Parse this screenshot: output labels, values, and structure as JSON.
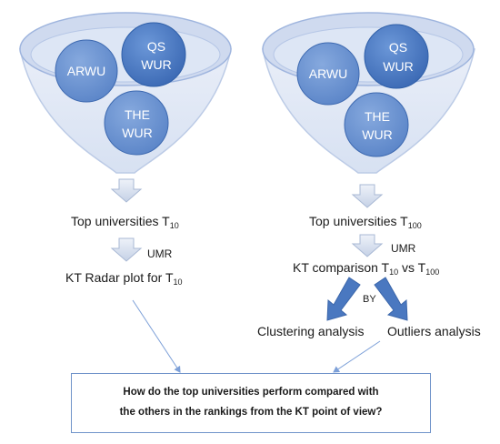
{
  "left_funnel": {
    "bubbles": {
      "arwu": "ARWU",
      "qs_line1": "QS",
      "qs_line2": "WUR",
      "the_line1": "THE",
      "the_line2": "WUR"
    },
    "step1": {
      "text": "Top universities T",
      "sub": "10"
    },
    "step2_arrow_label": "UMR",
    "step2": {
      "text": "KT Radar plot for T",
      "sub": "10"
    }
  },
  "right_funnel": {
    "bubbles": {
      "arwu": "ARWU",
      "qs_line1": "QS",
      "qs_line2": "WUR",
      "the_line1": "THE",
      "the_line2": "WUR"
    },
    "step1": {
      "text": "Top universities T",
      "sub": "100"
    },
    "step2_arrow_label": "UMR",
    "step2": {
      "text": "KT comparison T",
      "sub1": "10",
      "mid": " vs T",
      "sub2": "100"
    },
    "split_label": "BY",
    "branch_left": "Clustering analysis",
    "branch_right": "Outliers analysis"
  },
  "question": {
    "line1": "How do the top universities perform compared with",
    "line2": "the others in the rankings from the KT point of view?"
  },
  "colors": {
    "funnel_fill": "#dfe7f4",
    "funnel_rim": "#c9d6ee",
    "bubble": "#4f7fc6",
    "bubble_dark": "#2f5fa8",
    "arrow": "#4a78c0",
    "connector": "#7da0d8"
  }
}
